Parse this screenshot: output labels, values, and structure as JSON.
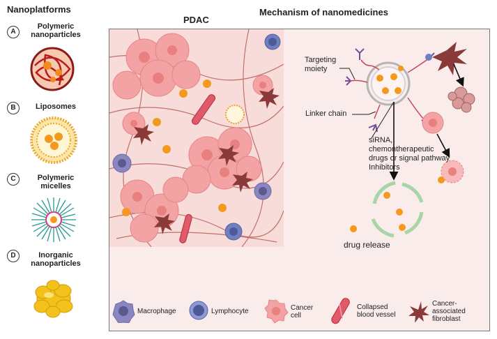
{
  "titles": {
    "nanoplatforms": "Nanoplatforms",
    "mechanism": "Mechanism of nanomedicines",
    "pdac": "PDAC"
  },
  "platforms": [
    {
      "letter": "A",
      "name_line1": "Polymeric",
      "name_line2": "nanoparticles"
    },
    {
      "letter": "B",
      "name_line1": "Liposomes",
      "name_line2": ""
    },
    {
      "letter": "C",
      "name_line1": "Polymeric",
      "name_line2": "micelles"
    },
    {
      "letter": "D",
      "name_line1": "Inorganic",
      "name_line2": "nanoparticles"
    }
  ],
  "mechanism_labels": {
    "targeting_line1": "Targeting",
    "targeting_line2": "moiety",
    "linker": "Linker chain",
    "sirna_line1": "siRNA,",
    "sirna_line2": "chemontherapeutic",
    "sirna_line3": "drugs or signal pathway",
    "sirna_line4": "Inhibitors",
    "drug_release": "drug release"
  },
  "legend": [
    {
      "name": "Macrophage"
    },
    {
      "name": "Lymphocyte"
    },
    {
      "name_line1": "Cancer",
      "name_line2": "cell"
    },
    {
      "name_line1": "Collapsed",
      "name_line2": "blood vessel"
    },
    {
      "name_line1": "Cancer-",
      "name_line2": "associated",
      "name_line3": "fibroblast"
    }
  ],
  "colors": {
    "panel_bg": "#faeceb",
    "cancer_cell": "#f3a3a3",
    "fibroblast": "#8b3a3a",
    "drug": "#f39a1e",
    "macrophage": "#8a86c0",
    "lymphocyte": "#6f7fc0",
    "liposome_shell": "#a8d5a8"
  }
}
